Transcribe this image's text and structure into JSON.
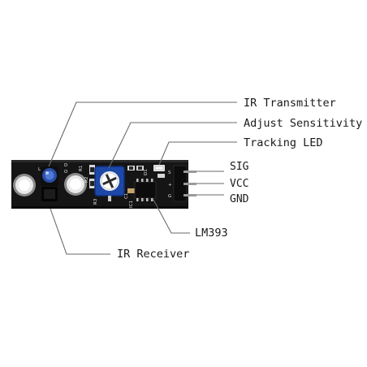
{
  "callouts": {
    "ir_transmitter": "IR Transmitter",
    "adjust_sensitivity": "Adjust Sensitivity",
    "tracking_led": "Tracking LED",
    "lm393": "LM393",
    "ir_receiver": "IR Receiver"
  },
  "pins": {
    "sig": "SIG",
    "vcc": "VCC",
    "gnd": "GND"
  },
  "silkscreen": {
    "r1": "R1",
    "r2": "R2",
    "r3": "R3",
    "c1": "C1",
    "ic1": "IC1",
    "d1": "D1",
    "s": "S",
    "plus": "+",
    "g": "G",
    "d": "D",
    "o": "O",
    "l": "L"
  },
  "colors": {
    "board": "#151515",
    "leader": "#6a6a6a",
    "potentiometer": "#1d48a8",
    "ir_led": "#2a4fa8",
    "header_pin": "#9a9a9a"
  }
}
